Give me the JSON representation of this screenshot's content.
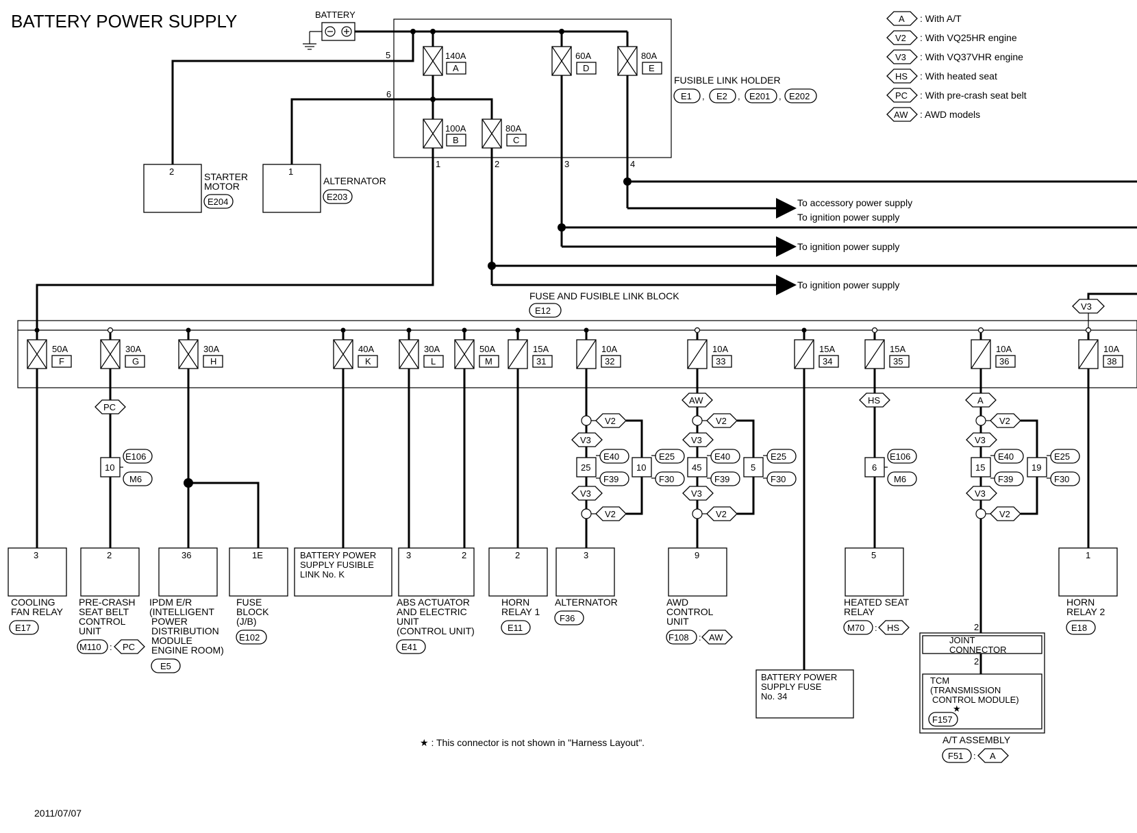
{
  "title": "BATTERY POWER SUPPLY",
  "date": "2011/07/07",
  "battery": "BATTERY",
  "legend": [
    {
      "tag": "A",
      "text": ": With A/T"
    },
    {
      "tag": "V2",
      "text": ": With VQ25HR engine"
    },
    {
      "tag": "V3",
      "text": ": With VQ37VHR engine"
    },
    {
      "tag": "HS",
      "text": ": With heated seat"
    },
    {
      "tag": "PC",
      "text": ": With pre-crash seat belt"
    },
    {
      "tag": "AW",
      "text": ": AWD models"
    }
  ],
  "fusible_link_holder": {
    "label": "FUSIBLE LINK HOLDER",
    "connectors": [
      "E1",
      "E2",
      "E201",
      "E202"
    ],
    "links": [
      {
        "amp": "140A",
        "id": "A"
      },
      {
        "amp": "60A",
        "id": "D"
      },
      {
        "amp": "80A",
        "id": "E"
      },
      {
        "amp": "100A",
        "id": "B"
      },
      {
        "amp": "80A",
        "id": "C"
      }
    ],
    "terminals": [
      "5",
      "6",
      "1",
      "2",
      "3",
      "4"
    ]
  },
  "starter": {
    "pin": "2",
    "line1": "STARTER",
    "line2": "MOTOR",
    "conn": "E204"
  },
  "alternator_top": {
    "pin": "1",
    "label": "ALTERNATOR",
    "conn": "E203"
  },
  "arrows": {
    "acc": "To accessory power supply",
    "ign1": "To ignition power supply",
    "ign2": "To ignition power supply",
    "ign3": "To ignition power supply"
  },
  "block": {
    "label": "FUSE AND FUSIBLE LINK BLOCK",
    "conn": "E12",
    "v3_tag": "V3",
    "fuses": [
      {
        "amp": "50A",
        "id": "F"
      },
      {
        "amp": "30A",
        "id": "G"
      },
      {
        "amp": "30A",
        "id": "H"
      },
      {
        "amp": "40A",
        "id": "K"
      },
      {
        "amp": "30A",
        "id": "L"
      },
      {
        "amp": "50A",
        "id": "M"
      },
      {
        "amp": "15A",
        "id": "31"
      },
      {
        "amp": "10A",
        "id": "32"
      },
      {
        "amp": "10A",
        "id": "33"
      },
      {
        "amp": "15A",
        "id": "34"
      },
      {
        "amp": "15A",
        "id": "35"
      },
      {
        "amp": "10A",
        "id": "36"
      },
      {
        "amp": "10A",
        "id": "38"
      }
    ]
  },
  "loads": {
    "cooling": {
      "pin": "3",
      "lines": [
        "COOLING",
        "FAN RELAY"
      ],
      "conn": "E17"
    },
    "precrash": {
      "pin": "2",
      "lines": [
        "PRE-CRASH",
        "SEAT BELT",
        "CONTROL",
        "UNIT"
      ],
      "conn": "M110",
      "tag": "PC",
      "mid_pin": "10",
      "c1": "E106",
      "c2": "M6",
      "cond": "PC"
    },
    "ipdm": {
      "pin": "36",
      "lines": [
        "IPDM E/R",
        "(INTELLIGENT",
        "POWER",
        "DISTRIBUTION",
        "MODULE",
        "ENGINE ROOM)"
      ],
      "conn": "E5"
    },
    "fuseblock": {
      "pin": "1E",
      "lines": [
        "FUSE",
        "BLOCK",
        "(J/B)"
      ],
      "conn": "E102"
    },
    "fusiblek": {
      "lines": [
        "BATTERY POWER",
        "SUPPLY FUSIBLE",
        "LINK No. K"
      ]
    },
    "abs": {
      "pin1": "3",
      "pin2": "2",
      "lines": [
        "ABS ACTUATOR",
        "AND ELECTRIC",
        "UNIT",
        "(CONTROL UNIT)"
      ],
      "conn": "E41"
    },
    "horn1": {
      "pin": "2",
      "lines": [
        "HORN",
        "RELAY 1"
      ],
      "conn": "E11"
    },
    "alternator": {
      "pin": "3",
      "lines": [
        "ALTERNATOR"
      ],
      "conn": "F36",
      "p1": "25",
      "p2": "10",
      "c1": "E40",
      "c2": "F39",
      "c3": "E25",
      "c4": "F30",
      "v2": "V2",
      "v3": "V3"
    },
    "awd": {
      "pin": "9",
      "lines": [
        "AWD",
        "CONTROL",
        "UNIT"
      ],
      "conn": "F108",
      "cond": "AW",
      "tag": "AW",
      "p1": "45",
      "p2": "5",
      "c1": "E40",
      "c2": "F39",
      "c3": "E25",
      "c4": "F30",
      "v2": "V2",
      "v3": "V3"
    },
    "fuse34": {
      "lines": [
        "BATTERY POWER",
        "SUPPLY FUSE",
        "No. 34"
      ]
    },
    "heated": {
      "pin": "5",
      "lines": [
        "HEATED SEAT",
        "RELAY"
      ],
      "conn": "M70",
      "cond": "HS",
      "tag": "HS",
      "mid_pin": "6",
      "c1": "E106",
      "c2": "M6"
    },
    "tcm": {
      "tag": "A",
      "p1": "15",
      "p2": "19",
      "c1": "E40",
      "c2": "F39",
      "c3": "E25",
      "c4": "F30",
      "v2": "V2",
      "v3": "V3",
      "jc_pin_top": "2",
      "jc_lines": [
        "JOINT",
        "CONNECTOR"
      ],
      "jc_pin_bot": "2",
      "tcm_lines": [
        "TCM",
        "(TRANSMISSION",
        "CONTROL MODULE)"
      ],
      "star": "★",
      "tcm_conn": "F157",
      "assy": "A/T ASSEMBLY",
      "assy_conn": "F51",
      "assy_cond": "A"
    },
    "horn2": {
      "pin": "1",
      "lines": [
        "HORN",
        "RELAY 2"
      ],
      "conn": "E18"
    }
  },
  "footnote": "★ : This connector is not shown in \"Harness Layout\"."
}
